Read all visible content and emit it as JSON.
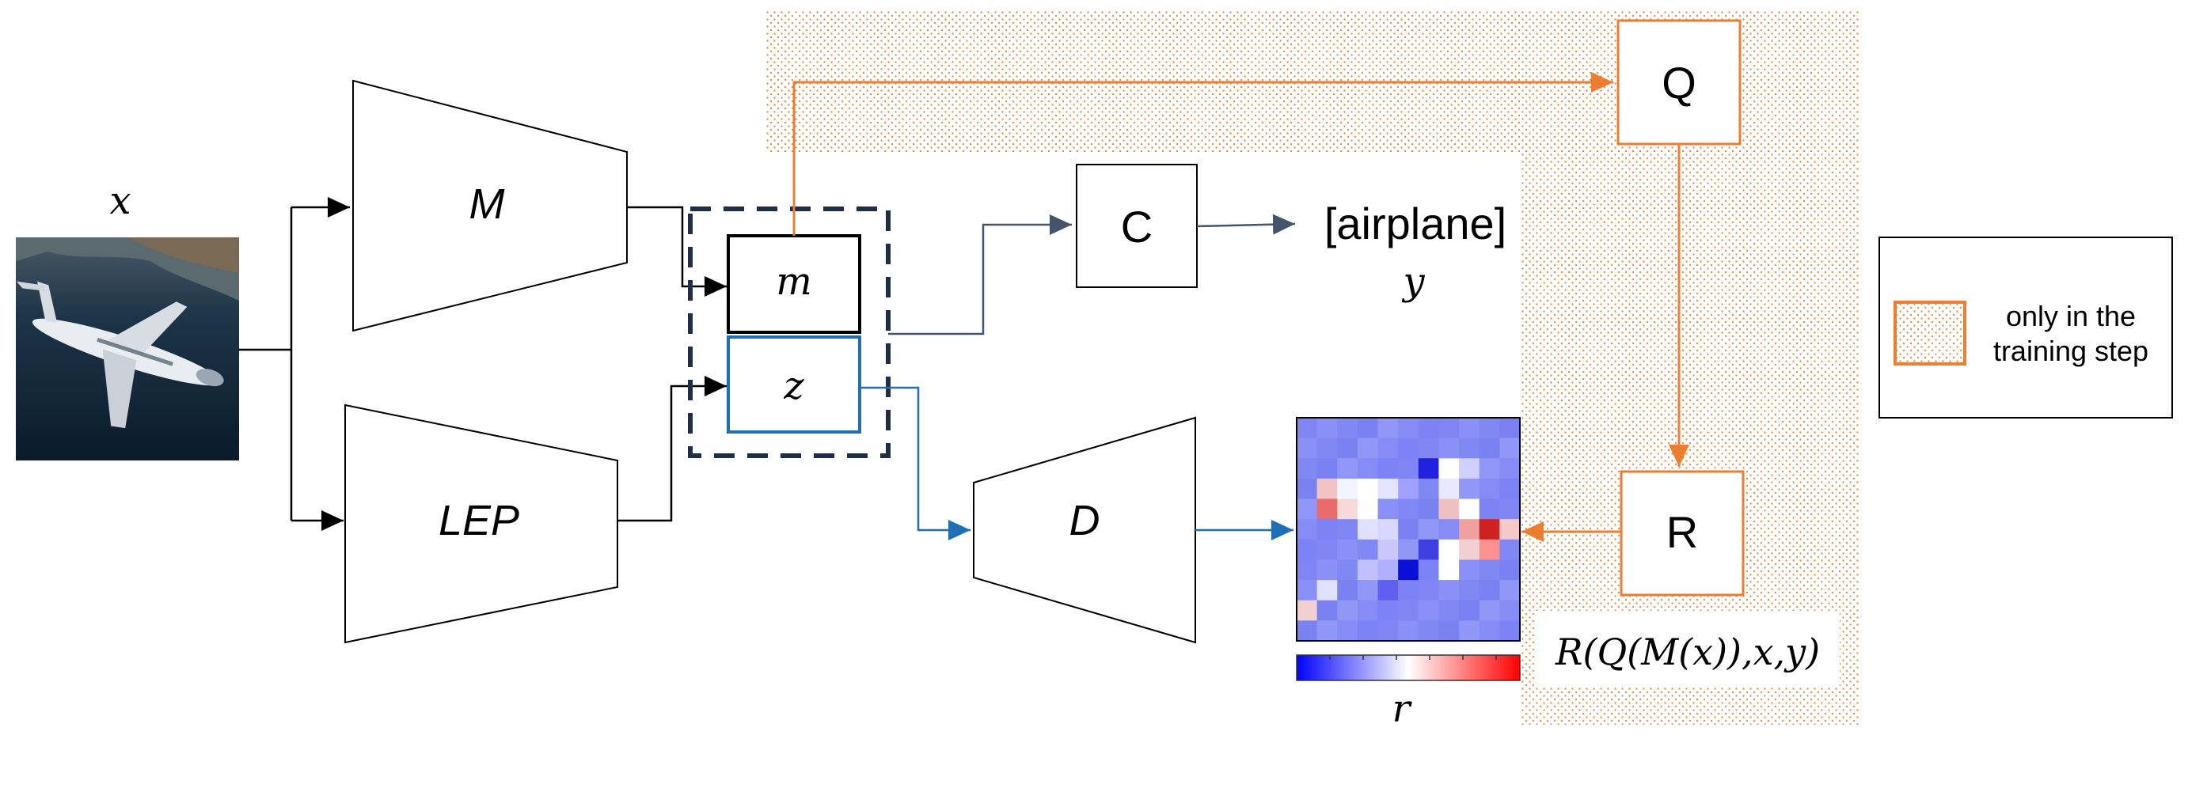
{
  "colors": {
    "black": "#000000",
    "orange": "#ed7d31",
    "blue": "#1f6fb5",
    "slate": "#44546a",
    "navy": "#1f2d4a"
  },
  "inputs": {
    "x_label": "x"
  },
  "encoders": {
    "M": "M",
    "LEP": "LEP"
  },
  "latent": {
    "m": "m",
    "z": "z"
  },
  "classifier": {
    "label": "C",
    "output": "[airplane]",
    "y_label": "y"
  },
  "decoder": {
    "label": "D"
  },
  "relevance": {
    "r_label": "r",
    "colorbar": [
      "blue",
      "white",
      "red"
    ]
  },
  "training_branch": {
    "Q": "Q",
    "R": "R",
    "formula": "R(Q(M(x)),x,y)"
  },
  "legend": {
    "text_line1": "only in the",
    "text_line2": "training step"
  },
  "icons": {
    "input_image": "airplane-photo-icon",
    "heatmap": "relevance-heatmap-icon"
  }
}
